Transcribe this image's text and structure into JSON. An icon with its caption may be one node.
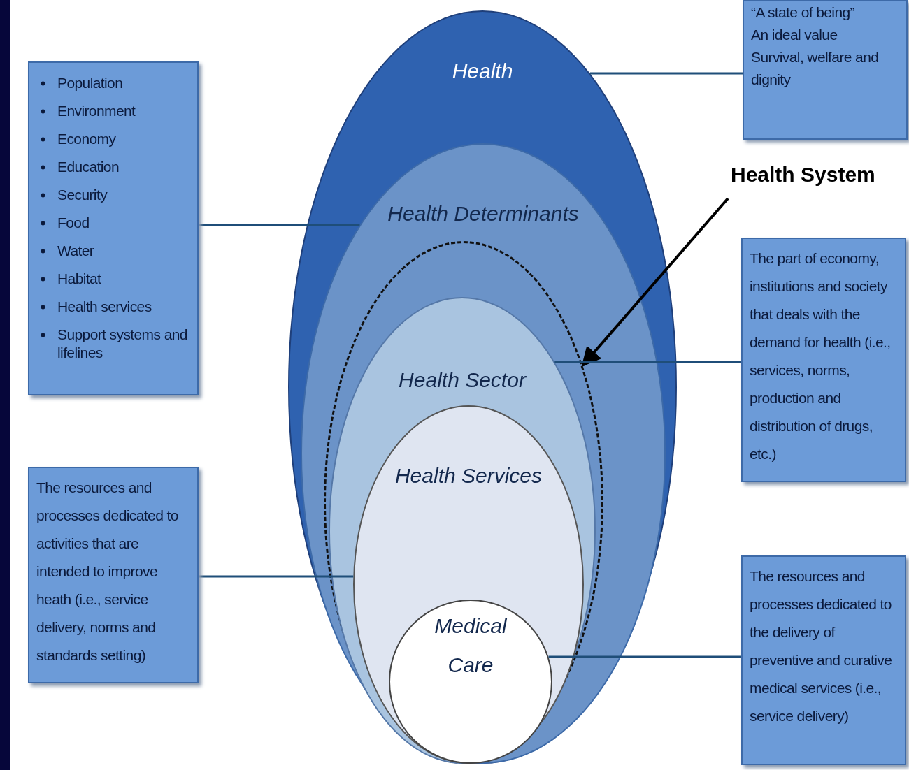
{
  "diagram": {
    "nodes": [
      {
        "text": [
          "Health"
        ]
      },
      {
        "text": [
          "Health Determinants"
        ],
        "in": 0
      },
      {
        "text": [],
        "shape": "ellipse",
        "in": 1
      },
      {
        "text": [
          "Health Sector"
        ],
        "in": 2
      },
      {
        "text": [
          "Health Services"
        ],
        "in": 3
      },
      {
        "text": [
          "Medical Care"
        ],
        "in": 4
      },
      {
        "text": [
          "Population",
          "Environment",
          "Economy",
          "Education",
          "Security",
          "Food",
          "Water",
          "Habitat",
          "Health services",
          "Support systems and lifelines"
        ]
      },
      {
        "text": [
          "The resources and processes dedicated to activities that are intended to improve heath (i.e., service delivery, norms and standards setting)"
        ]
      },
      {
        "text": [
          "“A state of being”",
          "An ideal value",
          "Survival, welfare and dignity"
        ]
      },
      {
        "text": [
          "Health System"
        ]
      },
      {
        "text": [
          "The part of economy, institutions and society that deals with the demand for health (i.e., services, norms, production and distribution of drugs, etc.)"
        ]
      },
      {
        "text": [
          "The resources and processes dedicated to the delivery of preventive and curative medical services (i.e., service delivery)"
        ]
      }
    ],
    "edges": [
      {
        "from": 8,
        "to": 0,
        "arrow": "none"
      },
      {
        "from": 6,
        "to": 1,
        "arrow": "none"
      },
      {
        "from": 9,
        "to": 2,
        "arrow": "to",
        "color": "#000000"
      },
      {
        "from": 10,
        "to": 3,
        "arrow": "none"
      },
      {
        "from": 7,
        "to": 4,
        "arrow": "none"
      },
      {
        "from": 11,
        "to": 5,
        "arrow": "none"
      }
    ]
  }
}
